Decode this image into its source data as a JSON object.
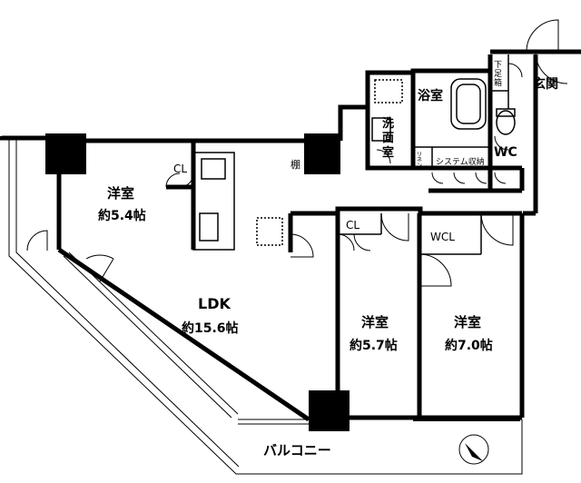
{
  "rooms": {
    "western1": {
      "name": "洋室",
      "size": "約5.4帖"
    },
    "ldk": {
      "name": "LDK",
      "size": "約15.6帖"
    },
    "western2": {
      "name": "洋室",
      "size": "約5.7帖"
    },
    "western3": {
      "name": "洋室",
      "size": "約7.0帖"
    },
    "bath": {
      "name": "浴室"
    },
    "washroom": {
      "name": "洗\n面\n室"
    },
    "entrance": {
      "name": "玄関"
    },
    "wc": {
      "name": "WC"
    }
  },
  "storage": {
    "cl1": "CL",
    "cl2": "CL",
    "wcl": "WCL",
    "shelf": "棚",
    "shoebox": "下足箱",
    "linen": "リネン庫",
    "system": "システム収納"
  },
  "balcony": "バルコニー",
  "colors": {
    "wall": "#000000",
    "line": "#000000",
    "fixture": "#555555"
  },
  "icons": {
    "compass": "north-arrow-icon"
  }
}
